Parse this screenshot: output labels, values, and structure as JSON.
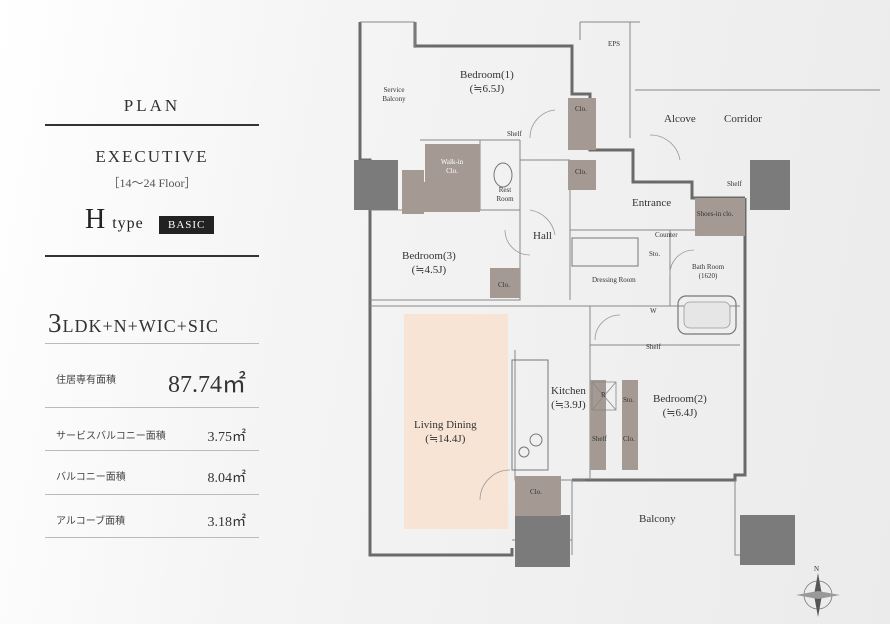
{
  "header": {
    "plan": "PLAN",
    "series": "EXECUTIVE",
    "floors": "［14～24 Floor］",
    "type_letter": "H",
    "type_word": "type",
    "badge": "BASIC"
  },
  "layout": {
    "lead": "3",
    "rest": "LDK+N+WIC+SIC"
  },
  "specs": [
    {
      "label": "住居専有面積",
      "value": "87.74㎡"
    },
    {
      "label": "サービスバルコニー面積",
      "value": "3.75㎡"
    },
    {
      "label": "バルコニー面積",
      "value": "8.04㎡"
    },
    {
      "label": "アルコーブ面積",
      "value": "3.18㎡"
    }
  ],
  "rooms": {
    "eps": "EPS",
    "bedroom1": "Bedroom(1)",
    "bedroom1_size": "(≒6.5J)",
    "service_balcony": "Service Balcony",
    "alcove": "Alcove",
    "corridor": "Corridor",
    "shelf": "Shelf",
    "walkin": "Walk-in Clo.",
    "rest": "Rest Room",
    "clo": "Clo.",
    "entrance": "Entrance",
    "shoes": "Shoes-in clo.",
    "counter": "Counter",
    "hall": "Hall",
    "bedroom3": "Bedroom(3)",
    "bedroom3_size": "(≒4.5J)",
    "sto": "Sto.",
    "dressing": "Dressing Room",
    "bath": "Bath Room",
    "bath_size": "(1620)",
    "w": "W",
    "kitchen": "Kitchen",
    "kitchen_size": "(≒3.9J)",
    "bedroom2": "Bedroom(2)",
    "bedroom2_size": "(≒6.4J)",
    "r": "R",
    "living": "Living Dining",
    "living_size": "(≒14.4J)",
    "balcony": "Balcony",
    "compass": "N"
  },
  "colors": {
    "accent_ldk": "#f7e4d4",
    "wall": "#6a6a6a",
    "storage": "#a49a93",
    "pillar": "#7b7b7b"
  }
}
